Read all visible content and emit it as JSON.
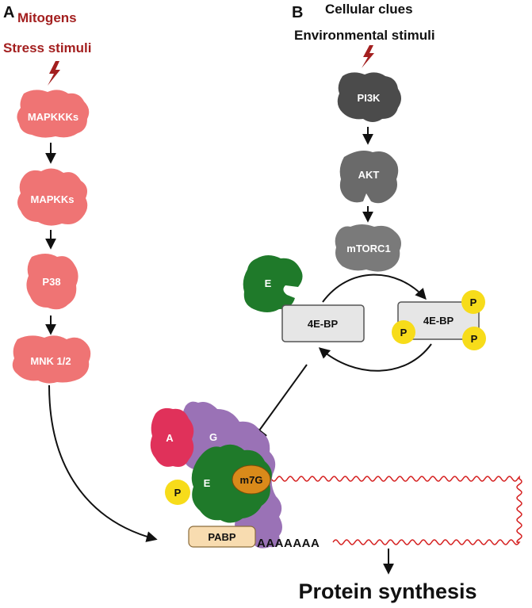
{
  "panels": {
    "a_letter": "A",
    "b_letter": "B"
  },
  "panel_a": {
    "stimulus_1": "Mitogens",
    "stimulus_2": "Stress stimuli",
    "cascade": [
      "MAPKKKs",
      "MAPKKs",
      "P38",
      "MNK 1/2"
    ]
  },
  "panel_b": {
    "stimulus_1": "Cellular clues",
    "stimulus_2": "Environmental stimuli",
    "cascade": [
      "PI3K",
      "AKT",
      "mTORC1"
    ],
    "eif4e_free": "E",
    "bp_unphos": "4E-BP",
    "bp_phos": "4E-BP",
    "phospho": "P"
  },
  "complex": {
    "eif4a": "A",
    "eif4g": "G",
    "eif4e": "E",
    "cap": "m7G",
    "phospho": "P",
    "pabp": "PABP",
    "polya": "AAAAAAA"
  },
  "output": {
    "title": "Protein synthesis"
  },
  "colors": {
    "stimulus_red": "#a31f1f",
    "mapk_salmon": "#ef7474",
    "pi3k_grey": "#4b4b4b",
    "akt_grey": "#6a6a6a",
    "mtor_grey": "#7a7a7a",
    "eif4e_green": "#1f7a2a",
    "eif4a_red": "#e0315a",
    "eif4g_purple": "#9a72b6",
    "cap_orange": "#d98a1a",
    "phospho_yellow": "#f7dc1a",
    "pabp_tan": "#f8dcb0",
    "mrna_red": "#d52020",
    "bp_box_grey": "#e6e6e6"
  },
  "icons": {
    "stimulus": "lightning-bolt-icon"
  }
}
